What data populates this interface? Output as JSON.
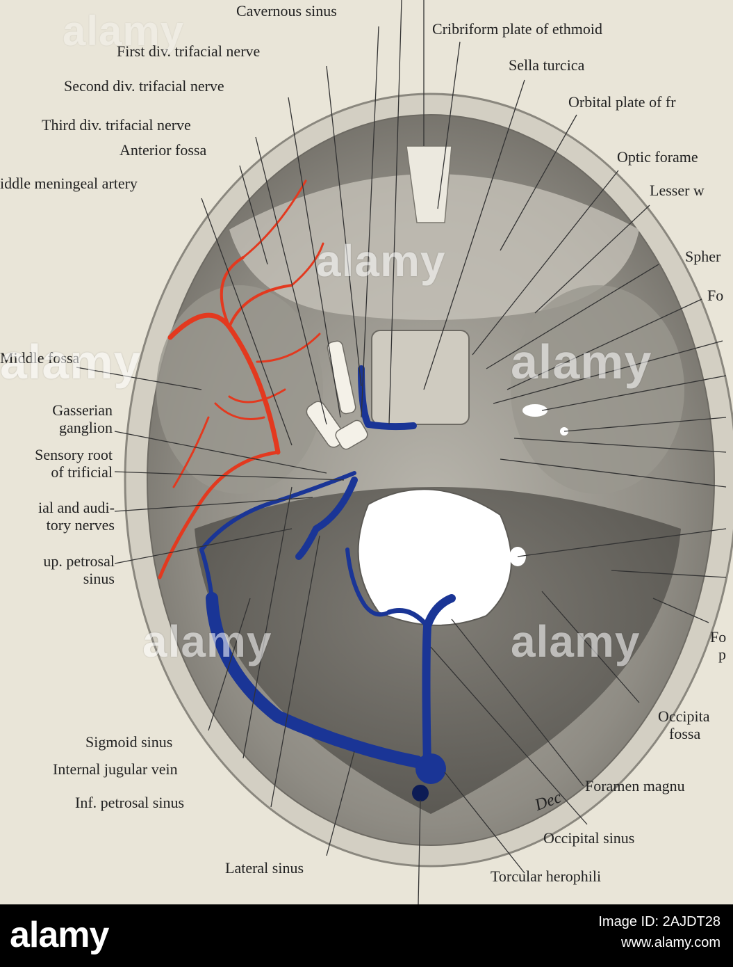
{
  "labels": {
    "cavernous_sinus": "Cavernous sinus",
    "cribriform_plate": "Cribriform plate of ethmoid",
    "first_div": "First div. trifacial nerve",
    "sella_turcica": "Sella turcica",
    "second_div": "Second div. trifacial nerve",
    "orbital_plate": "Orbital plate of fr",
    "third_div": "Third div. trifacial nerve",
    "anterior_fossa": "Anterior fossa",
    "optic_foramen": "Optic forame",
    "middle_meningeal": "iddle meningeal artery",
    "lesser_wing": "Lesser w",
    "spheno": "Spher",
    "fo_top": "Fo",
    "middle_fossa": "Middle fossa",
    "gasserian_1": "Gasserian",
    "gasserian_2": "ganglion",
    "sensory_1": "Sensory root",
    "sensory_2": "of trificial",
    "facial_1": "ial and audi-",
    "facial_2": "tory nerves",
    "sup_petrosal_1": "up. petrosal",
    "sup_petrosal_2": "sinus",
    "fo_bottom_1": "Fo",
    "fo_bottom_2": "p",
    "occipital_fossa_1": "Occipita",
    "occipital_fossa_2": "fossa",
    "sigmoid_sinus": "Sigmoid sinus",
    "internal_jugular": "Internal jugular vein",
    "inf_petrosal": "Inf. petrosal sinus",
    "foramen_magnum": "Foramen magnu",
    "occipital_sinus": "Occipital sinus",
    "lateral_sinus": "Lateral sinus",
    "torcular": "Torcular herophili",
    "signature": "Dec"
  },
  "watermarks": [
    "alamy",
    "alamy",
    "alamy",
    "alamy",
    "alamy",
    "alamy"
  ],
  "footer": {
    "brand": "alamy",
    "image_id": "Image ID: 2AJDT28",
    "site": "www.alamy.com"
  },
  "colors": {
    "artery": "#e3391f",
    "vein": "#1a3596",
    "background": "#e9e5d8",
    "footer": "#000000"
  }
}
